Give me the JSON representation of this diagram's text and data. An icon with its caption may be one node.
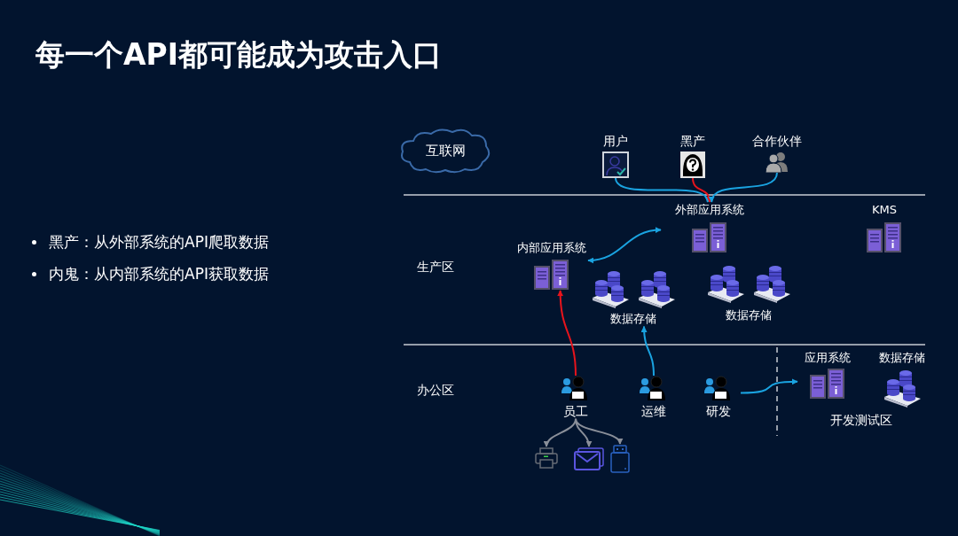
{
  "diagram": {
    "title": "每一个API都可能成为攻击入口",
    "nodes": [
      {
        "text": [
          "互联网"
        ]
      },
      {
        "text": [
          "用户"
        ]
      },
      {
        "text": [
          "黑产"
        ]
      },
      {
        "text": [
          "合作伙伴"
        ]
      },
      {
        "text": [
          "外部应用系统"
        ]
      },
      {
        "text": [
          "KMS"
        ]
      },
      {
        "text": [
          "内部应用系统"
        ]
      },
      {
        "text": [
          "数据存储"
        ]
      },
      {
        "text": [
          "数据存储"
        ]
      },
      {
        "text": [
          "应用系统"
        ]
      },
      {
        "text": [
          "数据存储"
        ]
      },
      {
        "text": [
          "员工"
        ]
      },
      {
        "text": [
          "运维"
        ]
      },
      {
        "text": [
          "研发"
        ]
      },
      {
        "text": [],
        "shape": "picture"
      },
      {
        "text": [],
        "shape": "picture"
      },
      {
        "text": [],
        "shape": "picture"
      }
    ],
    "edges": [
      {
        "from": 1,
        "to": 4,
        "arrow": "to"
      },
      {
        "from": 2,
        "to": 4,
        "arrow": "to",
        "color": "#e8141c"
      },
      {
        "from": 3,
        "to": 4,
        "arrow": "to"
      },
      {
        "from": 4,
        "to": 6,
        "arrow": "both"
      },
      {
        "from": 11,
        "to": 6,
        "arrow": "to",
        "color": "#e8141c"
      },
      {
        "from": 12,
        "to": 7,
        "arrow": "to"
      },
      {
        "from": 13,
        "to": 9,
        "arrow": "to"
      },
      {
        "from": 11,
        "to": 14,
        "arrow": "to",
        "color": "#8a8f99"
      },
      {
        "from": 11,
        "to": 15,
        "arrow": "to",
        "color": "#8a8f99"
      },
      {
        "from": 11,
        "to": 16,
        "arrow": "to",
        "color": "#8a8f99"
      }
    ],
    "labels": [
      "黑产：从外部系统的API爬取数据",
      "内鬼：从内部系统的API获取数据",
      "生产区",
      "办公区",
      "开发测试区"
    ]
  }
}
